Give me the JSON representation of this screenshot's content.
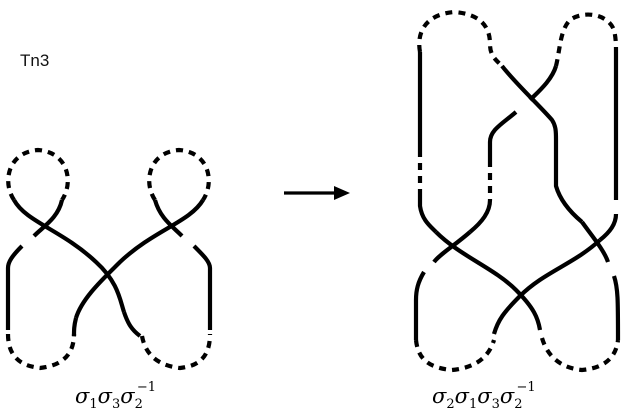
{
  "label": "Tn3",
  "left_diagram": {
    "formula": {
      "part1_base": "σ",
      "part1_sub": "1",
      "part2_base": "σ",
      "part2_sub": "3",
      "part3_base": "σ",
      "part3_sub": "2",
      "part3_sup": "−1"
    }
  },
  "right_diagram": {
    "formula": {
      "part0_base": "σ",
      "part0_sub": "2",
      "part1_base": "σ",
      "part1_sub": "1",
      "part2_base": "σ",
      "part2_sub": "3",
      "part3_base": "σ",
      "part3_sub": "2",
      "part3_sup": "−1"
    }
  },
  "arrow": {
    "direction": "right"
  },
  "colors": {
    "stroke": "#000000",
    "background": "#ffffff"
  }
}
